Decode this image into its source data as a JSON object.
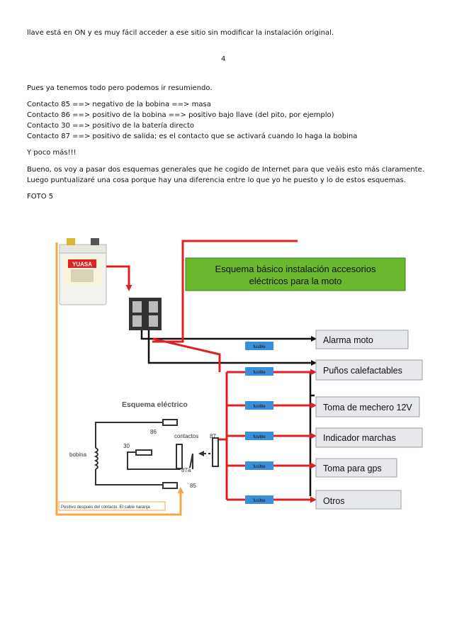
{
  "text": {
    "intro_line": "llave está en ON y es muy fácil acceder a ese sitio sin modificar la instalación original.",
    "page_number": "4",
    "summary": "Pues ya tenemos todo pero podemos ir resumiendo.",
    "contacts": [
      "Contacto 85 ==> negativo de la bobina ==> masa",
      "Contacto 86 ==> positivo de la bobina ==> positivo bajo llave (del pito, por ejemplo)",
      "Contacto 30 ==> positivo de la batería directo",
      "Contacto 87 ==> positivo de salida; es el contacto que se activará cuando lo haga la bobina"
    ],
    "y_poco": "Y poco más!!!",
    "bueno_1": "Bueno, os voy a pasar dos esquemas generales que he cogido de Internet para que veáis esto más claramente.",
    "bueno_2": "Luego puntualizaré una cosa porque hay una diferencia entre lo que yo he puesto y lo de estos esquemas.",
    "foto": "FOTO 5"
  },
  "diagram": {
    "title_line1": "Esquema básico instalación accesorios",
    "title_line2": "eléctricos para la moto",
    "battery_brand": "YUASA",
    "schema_title": "Esquema eléctrico",
    "labels": {
      "bobina": "bobina",
      "contactos": "contactos",
      "n86": "86",
      "n30": "30",
      "n87": "87",
      "n87a": "87a",
      "n85": "85"
    },
    "orange_note": "Positivo después del contacto. El cable naranja",
    "fuse_label": "fusible",
    "outputs": [
      "Alarma moto",
      "Puños calefactables",
      "Toma de mechero 12V",
      "Indicador marchas",
      "Toma para gps",
      "Otros"
    ],
    "colors": {
      "red": "#e02020",
      "black": "#111111",
      "orange": "#f4a64a",
      "green": "#6ab82e",
      "fuse": "#3a8fd8",
      "output_box": "#e6e8ec"
    }
  }
}
